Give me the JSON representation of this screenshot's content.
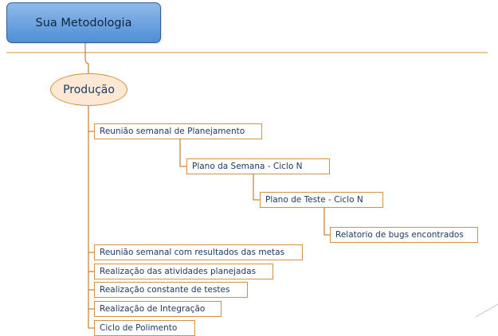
{
  "root": {
    "label": "Sua Metodologia"
  },
  "hub": {
    "label": "Produção"
  },
  "tasks": [
    {
      "label": "Reunião semanal de Planejamento"
    },
    {
      "label": "Plano da Semana - Ciclo N"
    },
    {
      "label": "Plano de Teste - Ciclo N"
    },
    {
      "label": "Relatorio de bugs encontrados"
    },
    {
      "label": "Reunião semanal com resultados das metas"
    },
    {
      "label": "Realização das atividades planejadas"
    },
    {
      "label": "Realização constante de testes"
    },
    {
      "label": "Realização de Integração"
    },
    {
      "label": "Ciclo de Polimento"
    }
  ],
  "colors": {
    "root_fill": "#4f8ed7",
    "hub_fill": "#fde9d3",
    "border": "#d3923f",
    "text": "#1c3a66"
  }
}
